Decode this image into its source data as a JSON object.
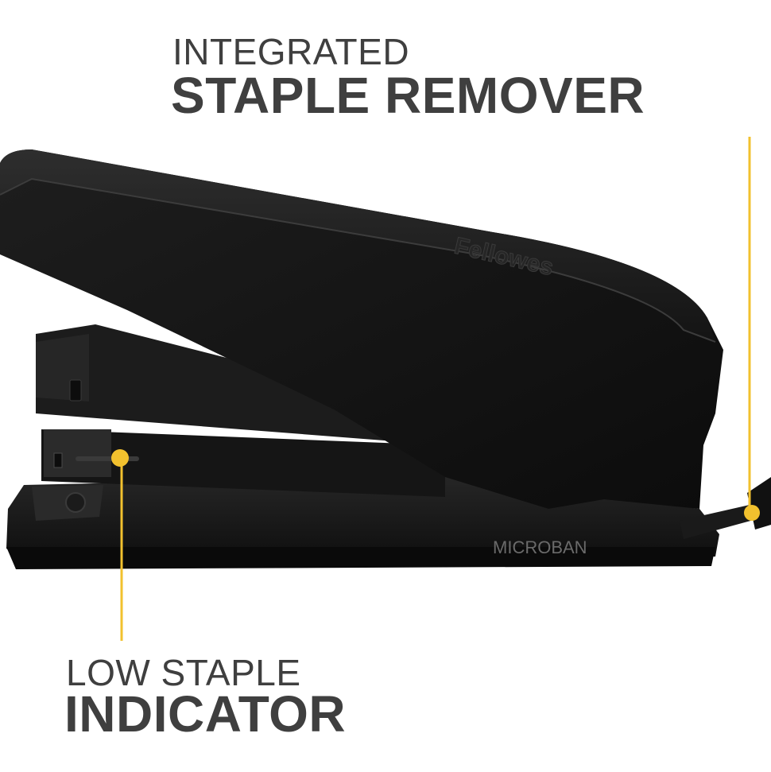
{
  "callouts": {
    "top": {
      "line1": "INTEGRATED",
      "line2": "STAPLE REMOVER"
    },
    "bottom": {
      "line1": "LOW STAPLE",
      "line2": "INDICATOR"
    }
  },
  "product": {
    "brand_text": "Fellowes",
    "badge_text": "MICROBAN"
  },
  "colors": {
    "accent": "#f2c12e",
    "text": "#3f3f3f",
    "body": "#1a1a1a",
    "background": "#ffffff"
  }
}
